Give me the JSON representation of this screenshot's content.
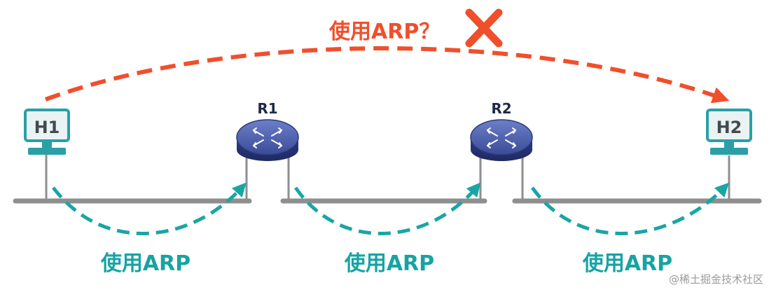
{
  "top": {
    "label": "使用ARP？",
    "mark": "cross-icon",
    "color": "#f04f2c"
  },
  "hosts": [
    {
      "id": "h1",
      "label": "H1"
    },
    {
      "id": "h2",
      "label": "H2"
    }
  ],
  "routers": [
    {
      "id": "r1",
      "label": "R1"
    },
    {
      "id": "r2",
      "label": "R2"
    }
  ],
  "segments": [
    {
      "label": "使用ARP"
    },
    {
      "label": "使用ARP"
    },
    {
      "label": "使用ARP"
    }
  ],
  "colors": {
    "segment_arrow": "#1aa5a5",
    "segment_text": "#17a3a3",
    "top_arrow": "#f04f2c",
    "router": "#3b4d9a",
    "host": "#2a9fa6",
    "line": "#8e8e8e"
  },
  "watermark": "@稀土掘金技术社区"
}
